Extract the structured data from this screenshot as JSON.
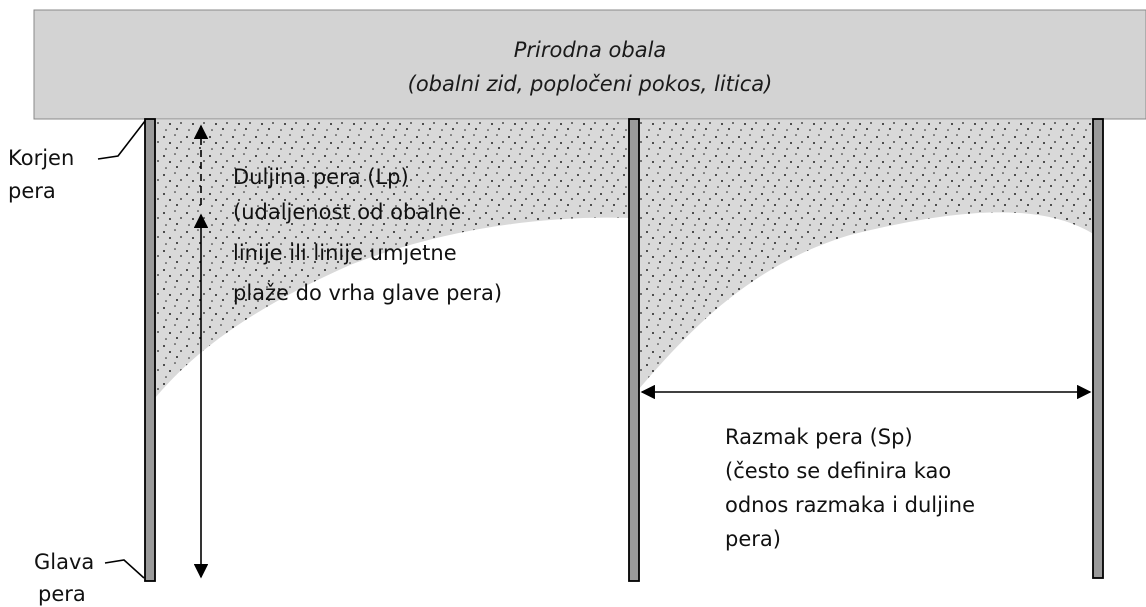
{
  "shore": {
    "line1": "Prirodna obala",
    "line2": "(obalni zid, popločeni pokos, litica)"
  },
  "root_label": {
    "line1": "Korjen",
    "line2": "pera"
  },
  "head_label": {
    "line1": "Glava",
    "line2": "pera"
  },
  "groyne_length": {
    "line1": "Duljina pera (Lp)",
    "line2": "(udaljenost od obalne",
    "line3": "linije ili linije umjetne",
    "line4": "plaže do vrha glave pera)"
  },
  "groyne_spacing": {
    "line1": "Razmak pera (Sp)",
    "line2": "(često se definira kao",
    "line3": "odnos razmaka i duljine",
    "line4": "pera)"
  },
  "colors": {
    "shore_fill": "#d3d3d3",
    "sand_fill": "#d9d9d9",
    "sand_dots": "#222222",
    "groyne_fill": "#9a9a9a",
    "line": "#000000"
  }
}
